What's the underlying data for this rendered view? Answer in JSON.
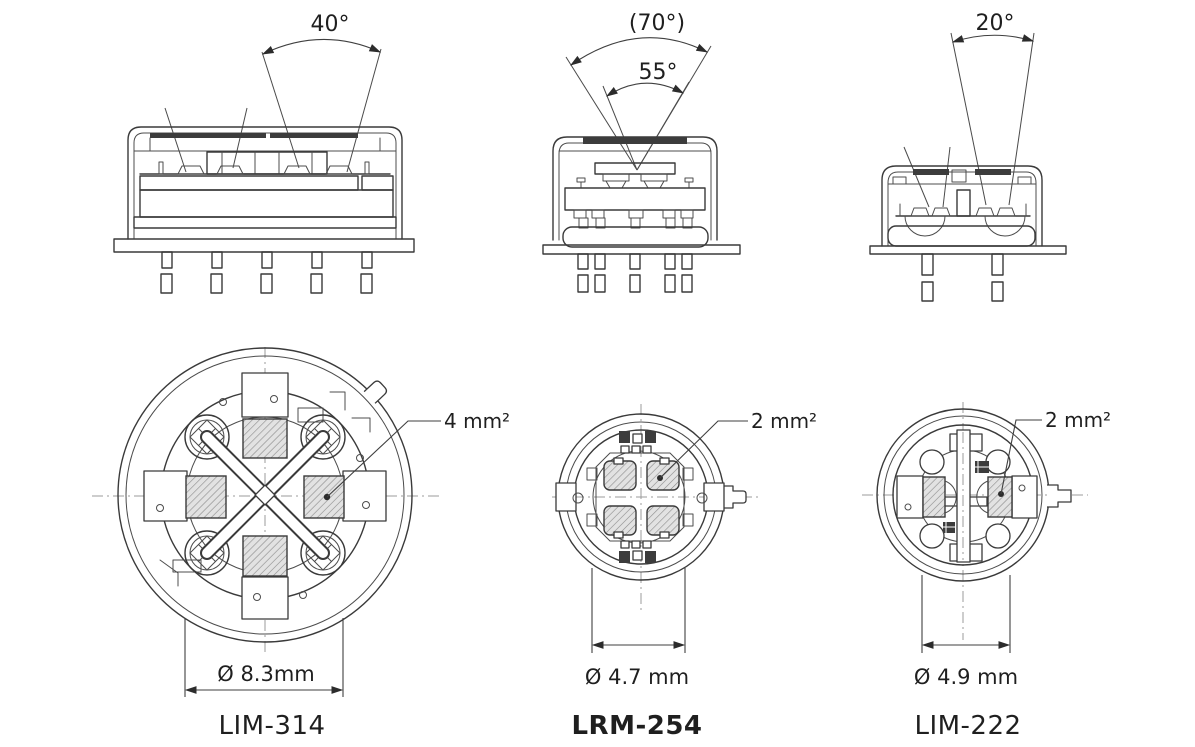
{
  "drawing": {
    "type": "technical-comparison-drawing",
    "colors": {
      "line": "#3a3a3a",
      "centerline": "#9b9b9b",
      "text": "#1f1f1f",
      "hatch": "#8b8b8b",
      "background": "#ffffff"
    },
    "products": [
      {
        "name": "LIM-314",
        "emphasized": false,
        "side_view": {
          "fov_primary": "40°"
        },
        "top_view": {
          "active_area": "4 mm²",
          "diameter": "Ø 8.3mm"
        },
        "pin_count": 5,
        "element_count": 4
      },
      {
        "name": "LRM-254",
        "emphasized": true,
        "side_view": {
          "fov_primary": "55°",
          "fov_secondary": "(70°)"
        },
        "top_view": {
          "active_area": "2 mm²",
          "diameter": "Ø 4.7 mm"
        },
        "pin_count": 5,
        "element_count": 4
      },
      {
        "name": "LIM-222",
        "emphasized": false,
        "side_view": {
          "fov_primary": "20°"
        },
        "top_view": {
          "active_area": "2 mm²",
          "diameter": "Ø 4.9 mm"
        },
        "pin_count": 2,
        "element_count": 2
      }
    ]
  }
}
